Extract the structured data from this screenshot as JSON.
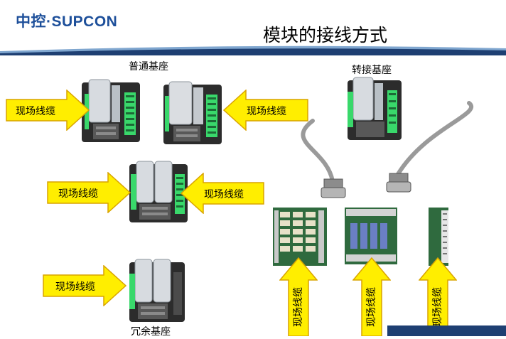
{
  "header": {
    "logo_text": "中控·SUPCON",
    "title": "模块的接线方式"
  },
  "labels": {
    "normal_base": "普通基座",
    "adapter_base": "转接基座",
    "redundant_base": "冗余基座"
  },
  "arrows": {
    "field_cable": "现场线缆"
  },
  "colors": {
    "brand_blue": "#1d4f9a",
    "band_dark": "#1e3f72",
    "band_light": "#7fa6cf",
    "arrow_fill": "#ffee00",
    "arrow_stroke": "#d9a400",
    "led_green": "#39d86b"
  }
}
